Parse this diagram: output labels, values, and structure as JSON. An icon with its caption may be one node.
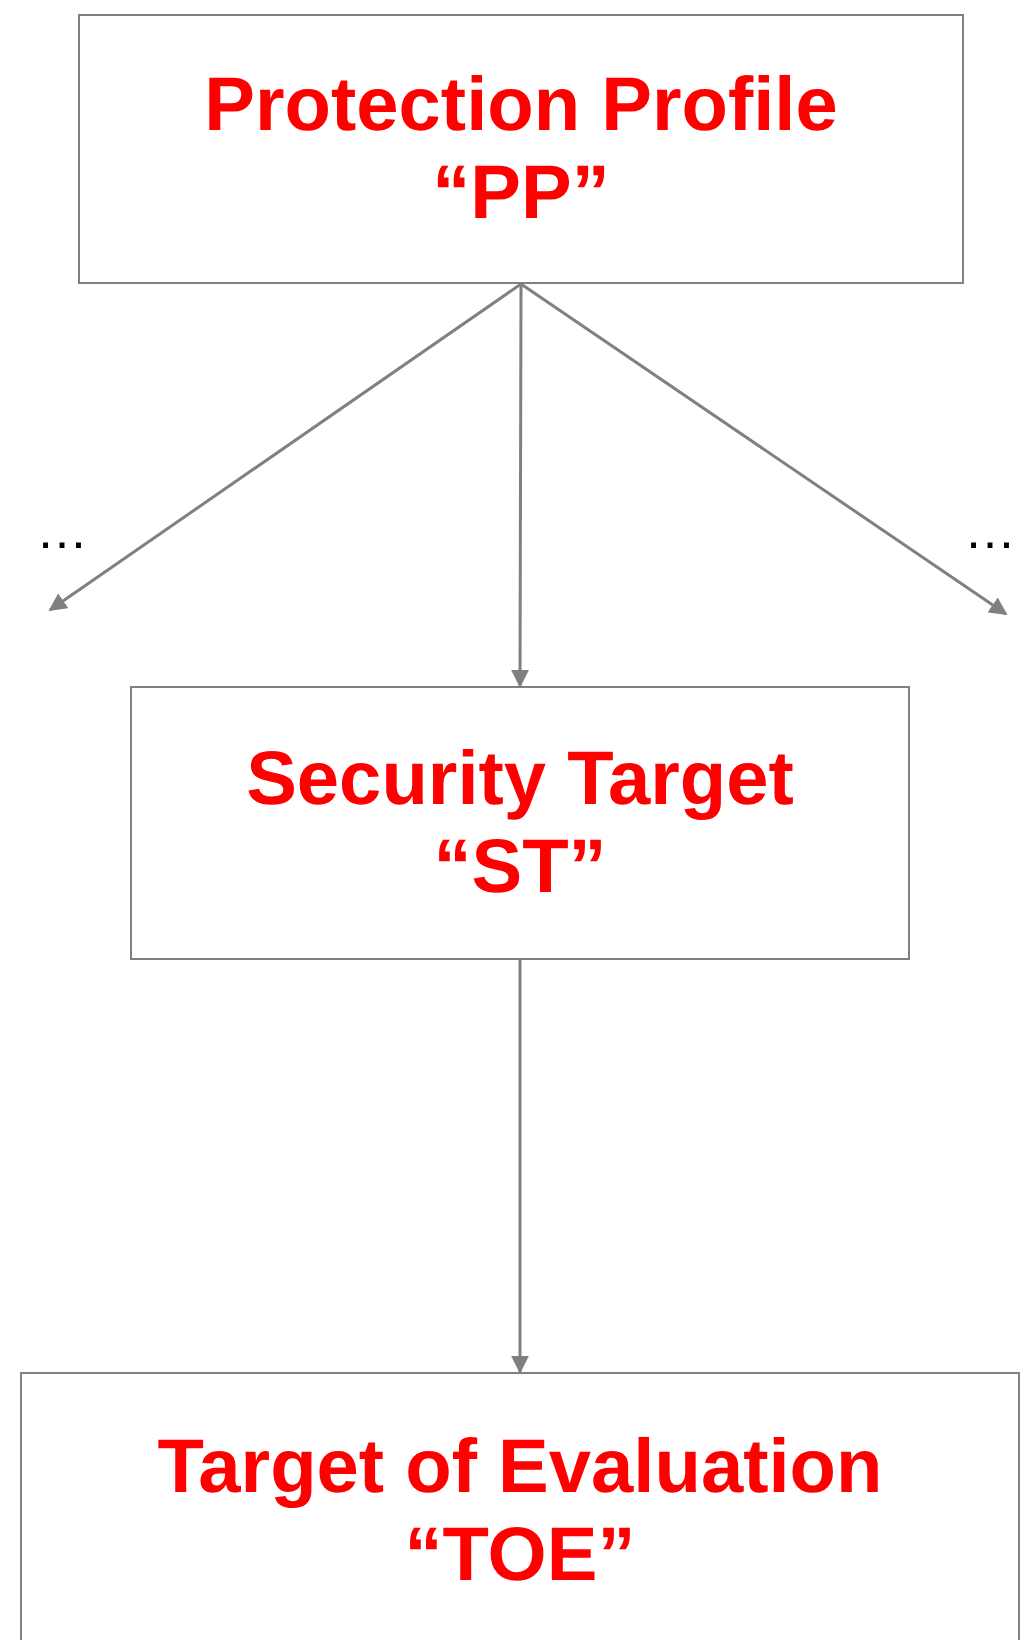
{
  "diagram": {
    "nodes": [
      {
        "text": [
          "Protection Profile",
          "“PP”"
        ]
      },
      {
        "text": [
          "Security Target",
          "“ST”"
        ]
      },
      {
        "text": [
          "Target of Evaluation",
          "“TOE”"
        ]
      }
    ],
    "edges": [
      {
        "from": 0,
        "to": null,
        "arrow": "to"
      },
      {
        "from": 0,
        "to": 1,
        "arrow": "to"
      },
      {
        "from": 0,
        "to": null,
        "arrow": "to"
      },
      {
        "from": 1,
        "to": 2,
        "arrow": "to"
      }
    ],
    "labels": [
      "…",
      "…"
    ]
  }
}
